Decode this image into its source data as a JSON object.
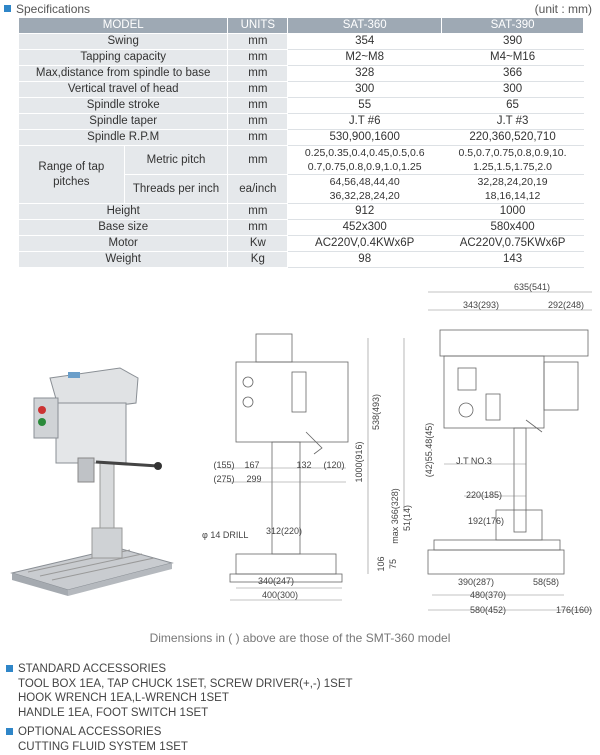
{
  "header": {
    "title": "Specifications",
    "unit": "(unit : mm)"
  },
  "table": {
    "headers": [
      "MODEL",
      "UNITS",
      "SAT-360",
      "SAT-390"
    ],
    "rows_top": [
      {
        "label": "Swing",
        "unit": "mm",
        "v1": "354",
        "v2": "390"
      },
      {
        "label": "Tapping capacity",
        "unit": "mm",
        "v1": "M2~M8",
        "v2": "M4~M16"
      },
      {
        "label": "Max,distance from spindle to base",
        "unit": "mm",
        "v1": "328",
        "v2": "366"
      },
      {
        "label": "Vertical travel of head",
        "unit": "mm",
        "v1": "300",
        "v2": "300"
      },
      {
        "label": "Spindle stroke",
        "unit": "mm",
        "v1": "55",
        "v2": "65"
      },
      {
        "label": "Spindle taper",
        "unit": "mm",
        "v1": "J.T #6",
        "v2": "J.T #3"
      },
      {
        "label": "Spindle R.P.M",
        "unit": "mm",
        "v1": "530,900,1600",
        "v2": "220,360,520,710"
      }
    ],
    "tap": {
      "label": "Range of tap pitches",
      "metric": {
        "label": "Metric pitch",
        "unit": "mm",
        "v1a": "0.25,0.35,0.4,0.45,0.5,0.6",
        "v1b": "0.7,0.75,0.8,0.9,1.0,1.25",
        "v2a": "0.5,0.7,0.75,0.8,0.9,10.",
        "v2b": "1.25,1.5,1.75,2.0"
      },
      "threads": {
        "label": "Threads per inch",
        "unit": "ea/inch",
        "v1a": "64,56,48,44,40",
        "v1b": "36,32,28,24,20",
        "v2a": "32,28,24,20,19",
        "v2b": "18,16,14,12"
      }
    },
    "rows_bottom": [
      {
        "label": "Height",
        "unit": "mm",
        "v1": "912",
        "v2": "1000"
      },
      {
        "label": "Base size",
        "unit": "mm",
        "v1": "452x300",
        "v2": "580x400"
      },
      {
        "label": "Motor",
        "unit": "Kw",
        "v1": "AC220V,0.4KWx6P",
        "v2": "AC220V,0.75KWx6P"
      },
      {
        "label": "Weight",
        "unit": "Kg",
        "v1": "98",
        "v2": "143"
      }
    ]
  },
  "dims": {
    "d635": "635(541)",
    "d343": "343(293)",
    "d292": "292(248)",
    "d538": "538(493)",
    "d1000": "1000(916)",
    "d42": "(42)55.48(45)",
    "jt": "J.T NO.3",
    "d220": "220(185)",
    "d192": "192(176)",
    "dmax": "max 366(328)",
    "d51": "51(14)",
    "d106": "106",
    "d75": "75",
    "d390": "390(287)",
    "d58": "58(58)",
    "d480": "480(370)",
    "d580": "580(452)",
    "d176": "176(160)",
    "d155": "(155)",
    "d167": "167",
    "d132": "132",
    "d120": "(120)",
    "d275": "(275)",
    "d299": "299",
    "drill": "φ 14 DRILL",
    "d312": "312(220)",
    "d340": "340(247)",
    "d400": "400(300)"
  },
  "note": "Dimensions in (  ) above are those of the SMT-360 model",
  "accessories": {
    "standard_title": "STANDARD ACCESSORIES",
    "standard": [
      "TOOL BOX 1EA, TAP CHUCK 1SET, SCREW DRIVER(+,-) 1SET",
      "HOOK WRENCH 1EA,L-WRENCH 1SET",
      "HANDLE 1EA, FOOT SWITCH 1SET"
    ],
    "optional_title": "OPTIONAL ACCESSORIES",
    "optional": [
      "CUTTING FLUID SYSTEM 1SET"
    ]
  }
}
